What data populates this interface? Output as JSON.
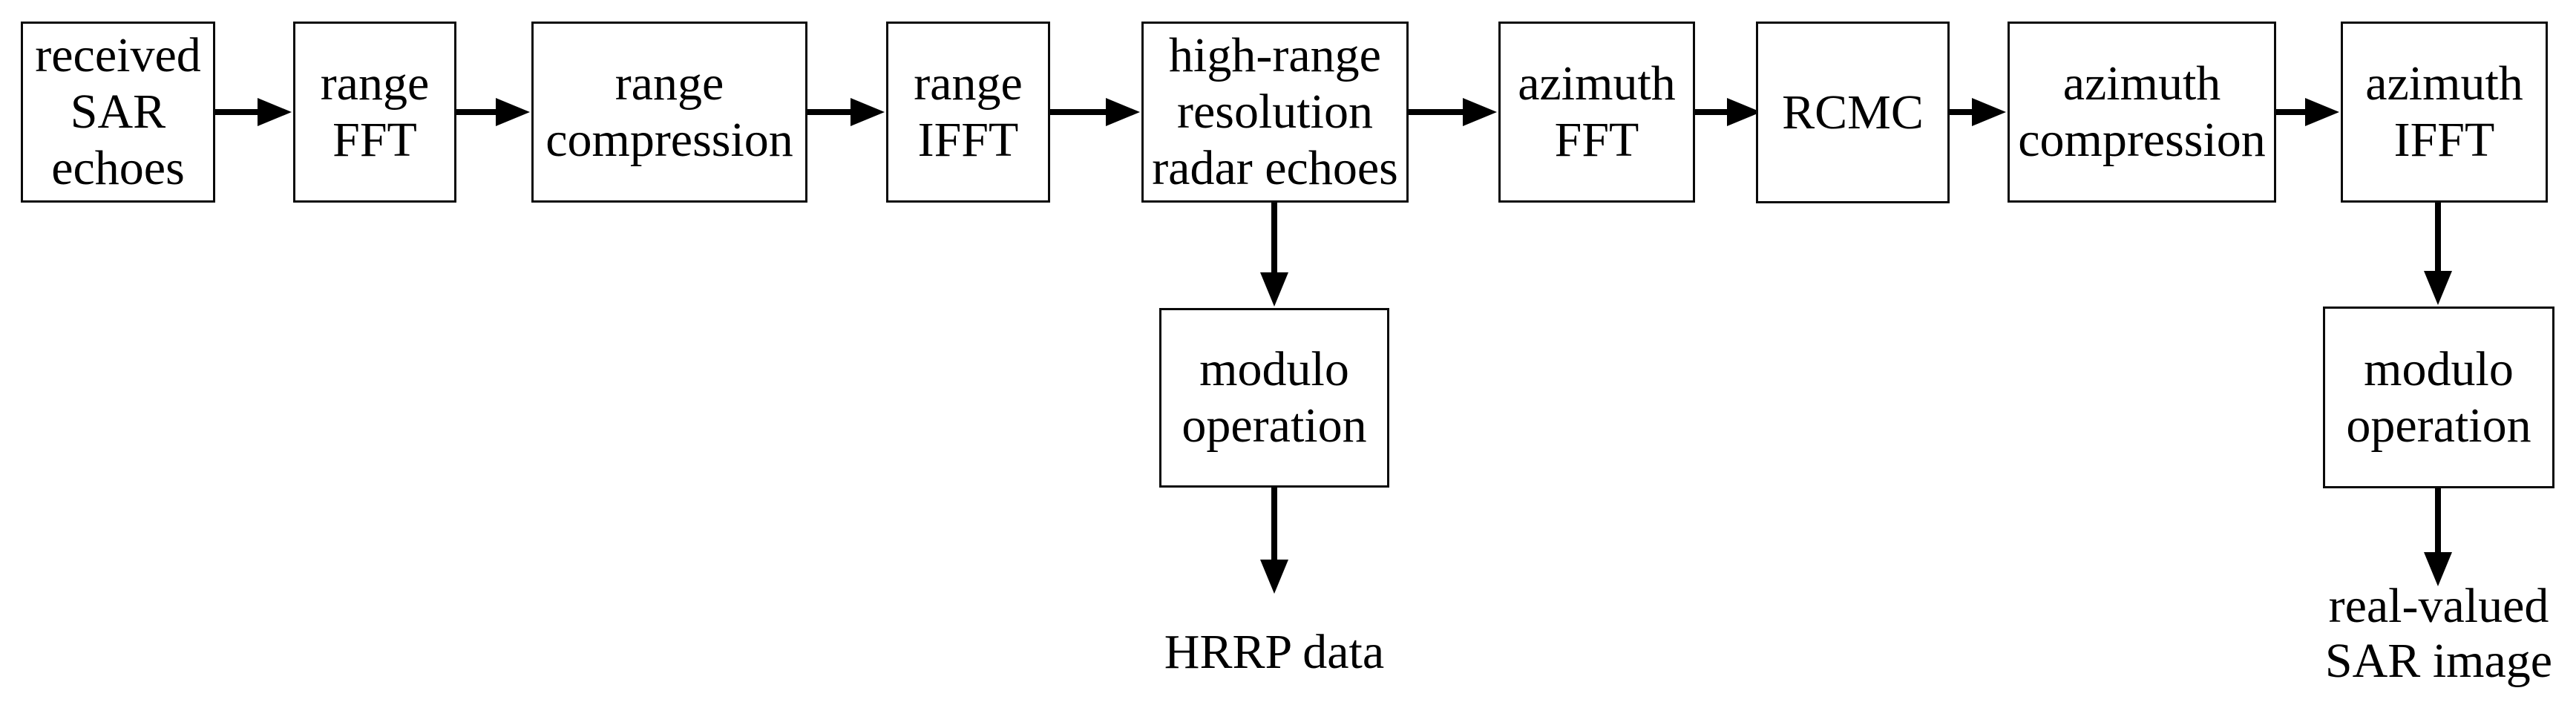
{
  "flow_boxes": {
    "received_sar_echoes": "received\nSAR\nechoes",
    "range_fft": "range\nFFT",
    "range_compression": "range\ncompression",
    "range_ifft": "range\nIFFT",
    "high_range_resolution_radar_echoes": "high-range\nresolution\nradar echoes",
    "azimuth_fft": "azimuth\nFFT",
    "rcmc": "RCMC",
    "azimuth_compression": "azimuth\ncompression",
    "azimuth_ifft": "azimuth\nIFFT",
    "modulo_operation_1": "modulo\noperation",
    "modulo_operation_2": "modulo\noperation"
  },
  "output_labels": {
    "hrrp_data": "HRRP data",
    "real_valued_sar_image": "real-valued\nSAR image"
  },
  "colors": {
    "background": "#ffffff",
    "box_fill": "#ffffff",
    "box_border": "#0a0a0a",
    "text": "#000000",
    "arrow": "#000000"
  }
}
